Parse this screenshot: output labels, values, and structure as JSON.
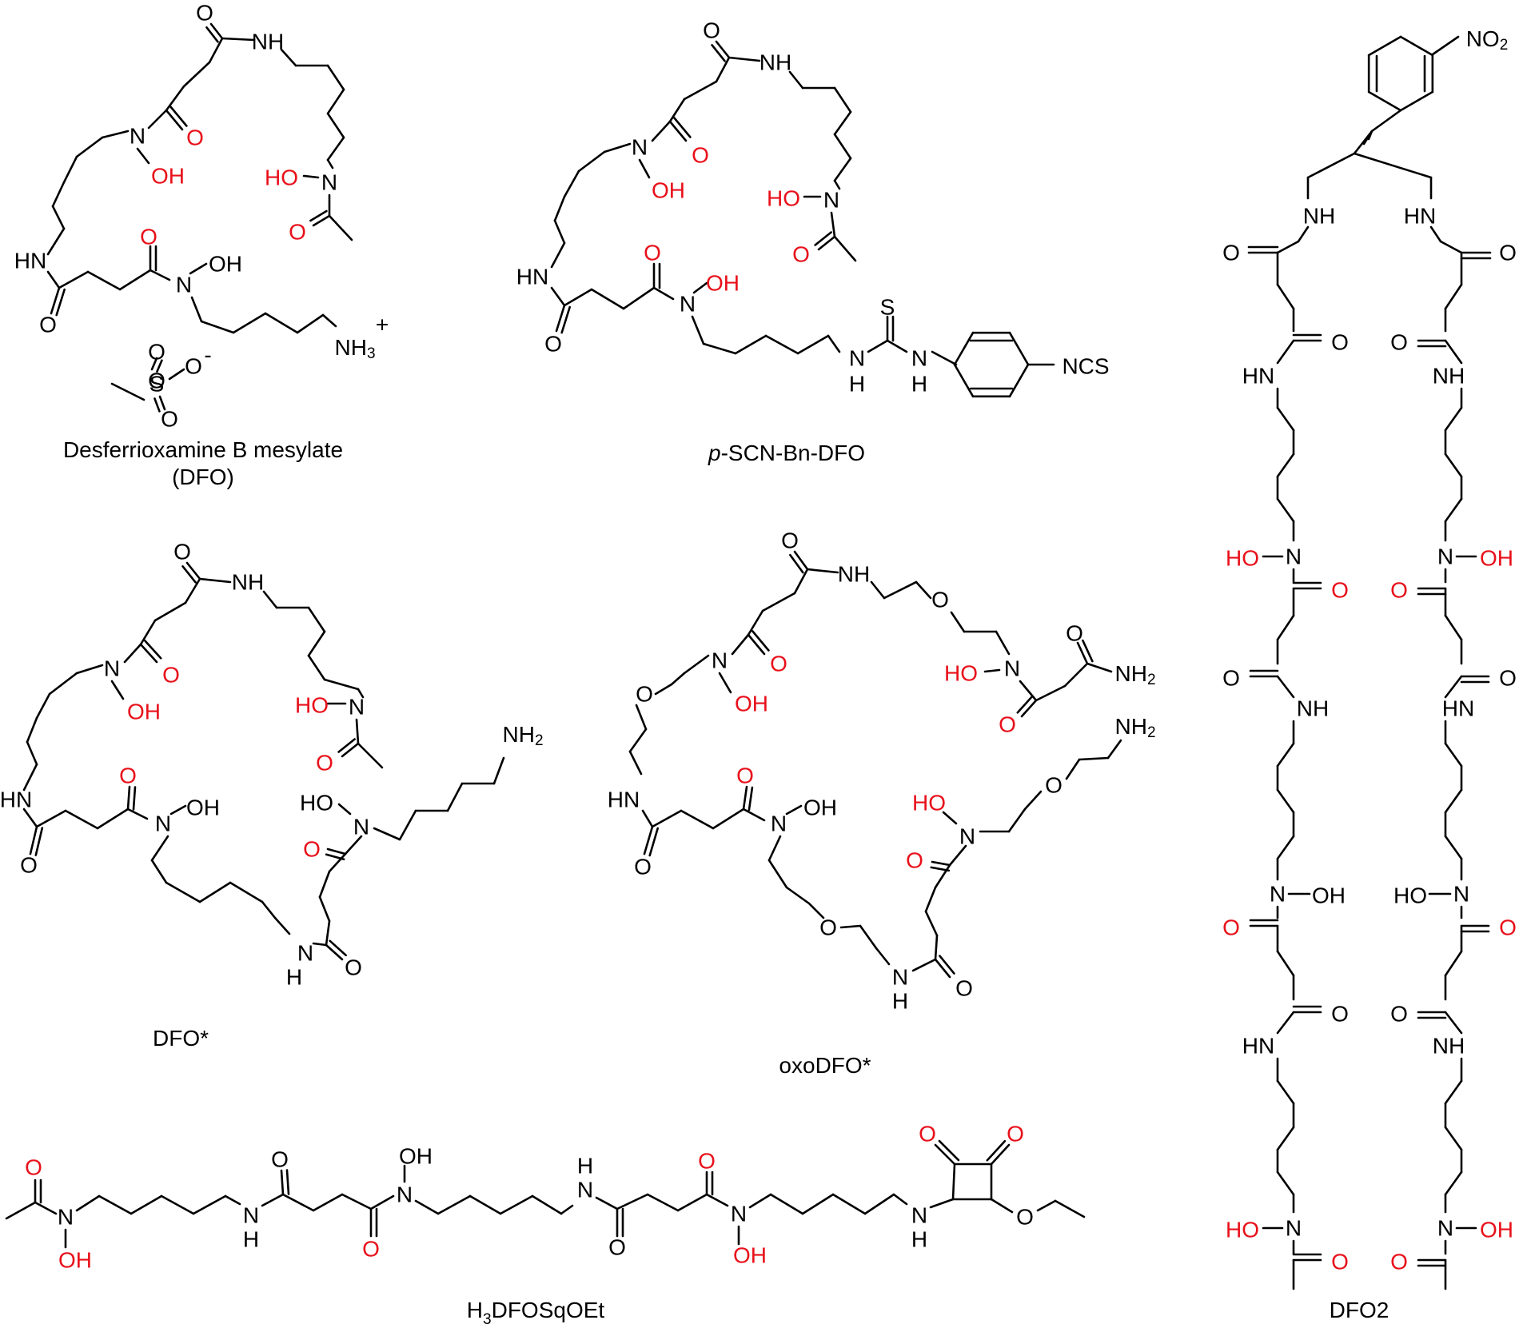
{
  "colors": {
    "bond": "#000000",
    "carbon_heteroatom": "#000000",
    "oxygen": "#e8101a"
  },
  "captions": {
    "dfo_line1": "Desferrioxamine B mesylate",
    "dfo_line2": "(DFO)",
    "pscn_italic": "p",
    "pscn_rest": "-SCN-Bn-DFO",
    "dfo_star": "DFO*",
    "oxodfo_star": "oxoDFO*",
    "h3dfo_h": "H",
    "h3dfo_sub": "3",
    "h3dfo_rest": "DFOSqOEt",
    "dfo2": "DFO2"
  },
  "labels": {
    "O": "O",
    "N": "N",
    "OH": "OH",
    "HO": "HO",
    "H": "H",
    "NH": "NH",
    "HN": "HN",
    "NH2": "NH",
    "two": "2",
    "NH3": "NH",
    "three": "3",
    "plus": "+",
    "S": "S",
    "NCS": "NCS",
    "NO2": "NO",
    "minus": "-",
    "O_minus": "O"
  }
}
